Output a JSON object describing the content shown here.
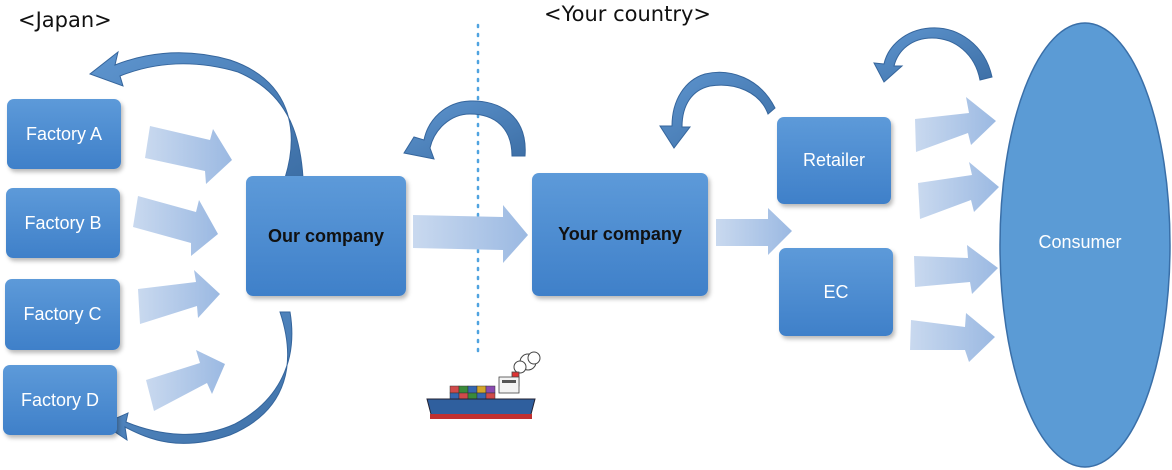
{
  "regions": {
    "japan": "<Japan>",
    "your_country": "<Your country>"
  },
  "factories": [
    {
      "label": "Factory A"
    },
    {
      "label": "Factory B"
    },
    {
      "label": "Factory C"
    },
    {
      "label": "Factory D"
    }
  ],
  "our_company": "Our company",
  "your_company": "Your company",
  "retailer": "Retailer",
  "ec": "EC",
  "consumer": "Consumer",
  "colors": {
    "box_fill": "#4a8ad0",
    "arrow_fill": "#a9c3e6",
    "curved_arrow": "#4f86bf",
    "border_line": "#4fa3e0",
    "consumer_fill": "#5b9bd5"
  },
  "icons": {
    "ship": "container-ship-icon"
  }
}
